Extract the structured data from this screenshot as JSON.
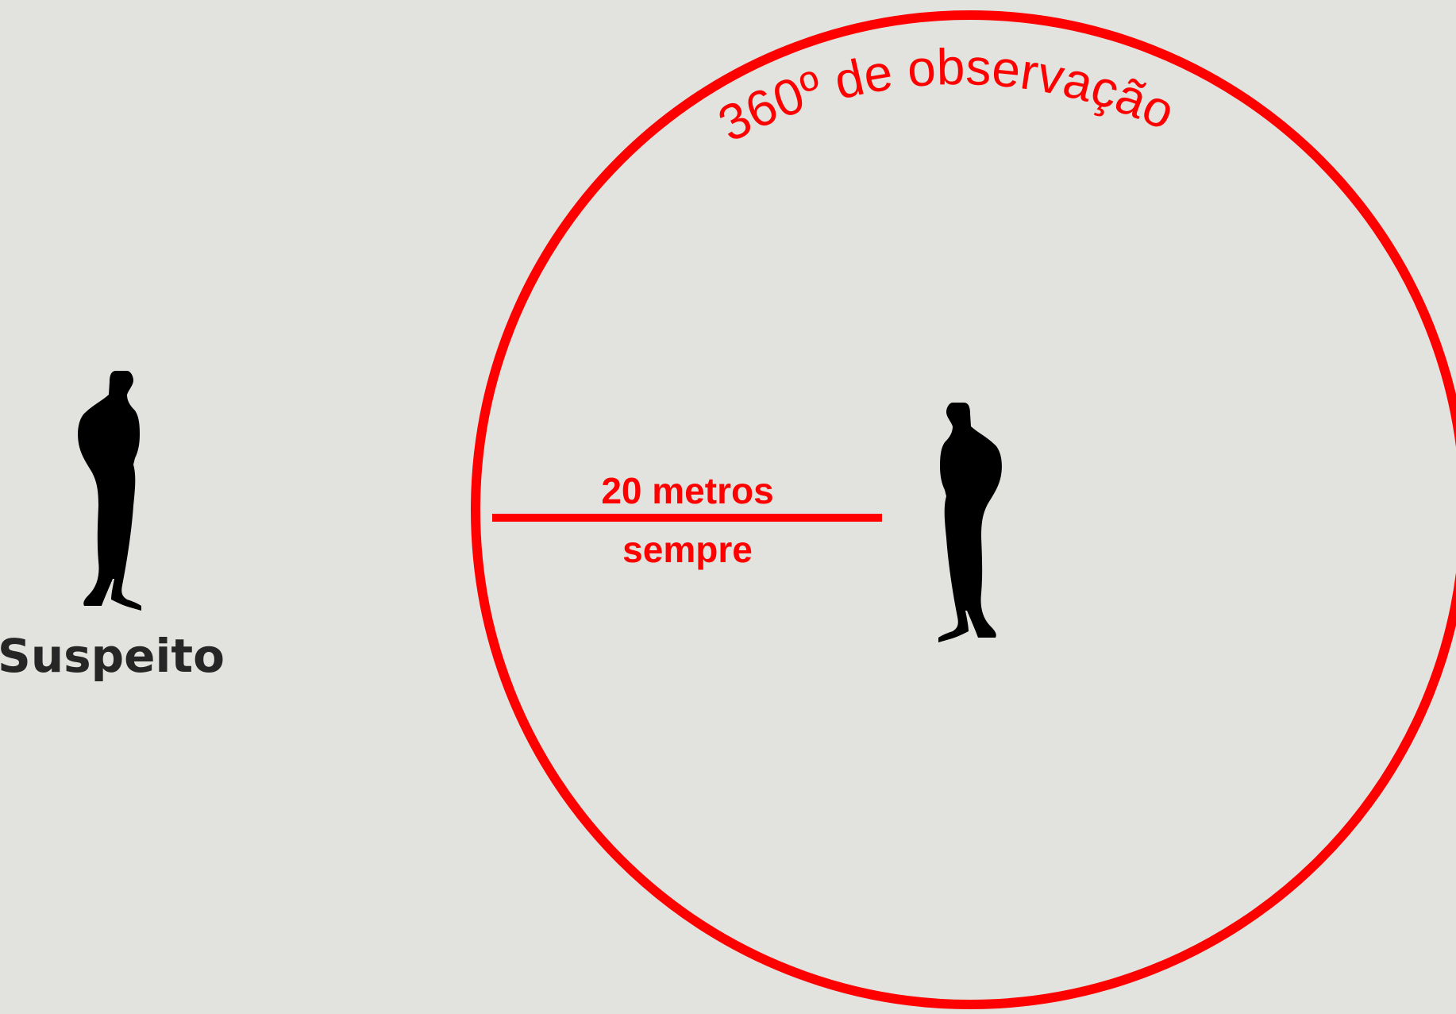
{
  "labels": {
    "suspect": "Suspeito",
    "observation": "360º de observação",
    "distance": "20 metros",
    "always": "sempre"
  },
  "figures": [
    {
      "role": "suspect",
      "icon": "person-silhouette-icon"
    },
    {
      "role": "observer",
      "icon": "person-silhouette-icon"
    }
  ],
  "colors": {
    "background": "#e2e3df",
    "accent": "#ff0000",
    "figure": "#000000",
    "suspect_text": "#262626"
  }
}
